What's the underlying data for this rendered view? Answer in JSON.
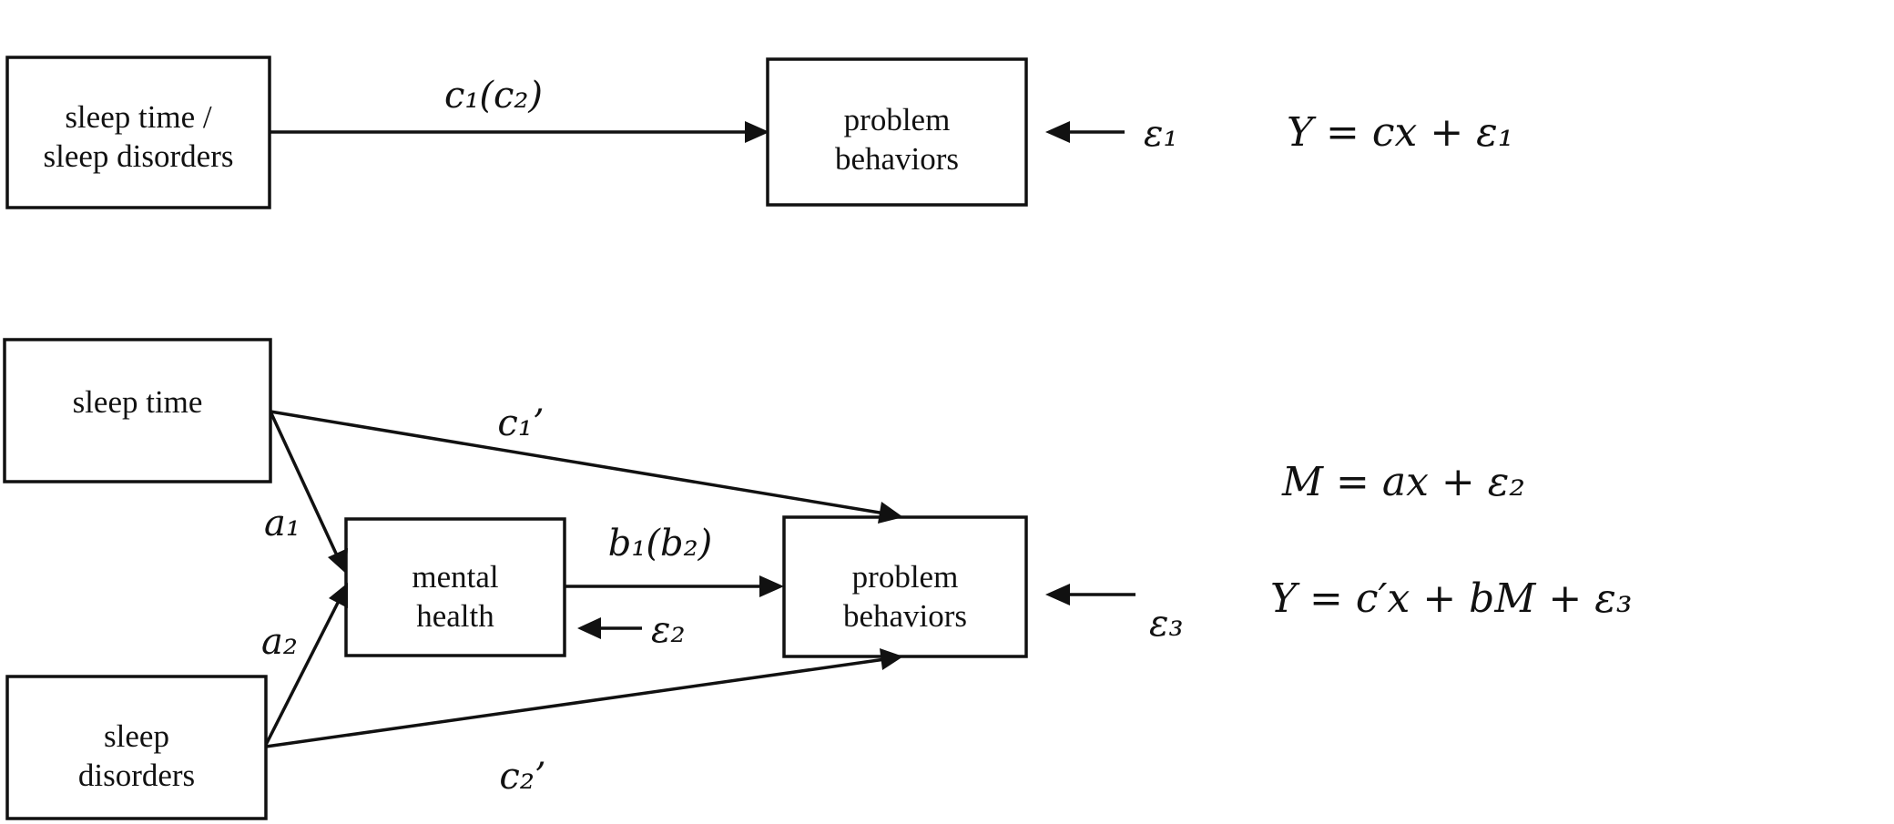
{
  "model1": {
    "predictor": {
      "line1": "sleep time /",
      "line2": "sleep disorders"
    },
    "outcome": {
      "line1": "problem",
      "line2": "behaviors"
    },
    "path_label": "c₁(c₂)",
    "error": "ε₁",
    "equation": "Y = cx + ε₁"
  },
  "model2": {
    "sleep_time": {
      "label": "sleep time"
    },
    "sleep_disorders": {
      "line1": "sleep",
      "line2": "disorders"
    },
    "mediator": {
      "line1": "mental",
      "line2": "health"
    },
    "outcome": {
      "line1": "problem",
      "line2": "behaviors"
    },
    "labels": {
      "a1": "a₁",
      "a2": "a₂",
      "b": "b₁(b₂)",
      "c1_prime": "c₁’",
      "c2_prime": "c₂’"
    },
    "error_mediator": "ε₂",
    "error_outcome": "ε₃",
    "equation_m": "M = ax + ε₂",
    "equation_y": "Y = c′x + bM + ε₃"
  }
}
